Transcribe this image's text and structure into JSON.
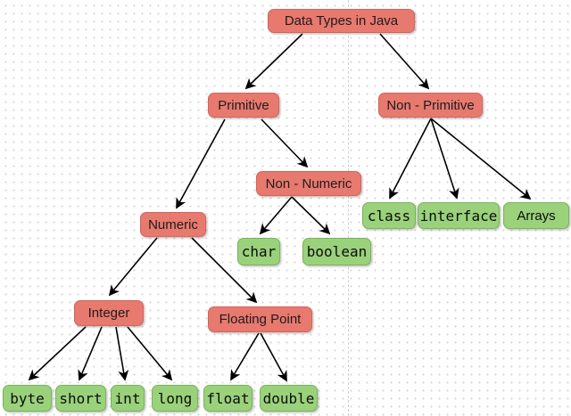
{
  "diagram": {
    "nodes": {
      "root": {
        "label": "Data Types in Java"
      },
      "primitive": {
        "label": "Primitive"
      },
      "non_primitive": {
        "label": "Non - Primitive"
      },
      "non_numeric": {
        "label": "Non - Numeric"
      },
      "numeric": {
        "label": "Numeric"
      },
      "class": {
        "label": "class"
      },
      "interface": {
        "label": "interface"
      },
      "arrays": {
        "label": "Arrays"
      },
      "char": {
        "label": "char"
      },
      "boolean": {
        "label": "boolean"
      },
      "integer": {
        "label": "Integer"
      },
      "floating_point": {
        "label": "Floating Point"
      },
      "byte": {
        "label": "byte"
      },
      "short": {
        "label": "short"
      },
      "int": {
        "label": "int"
      },
      "long": {
        "label": "long"
      },
      "float": {
        "label": "float"
      },
      "double": {
        "label": "double"
      }
    },
    "colors": {
      "category_fill": "#e8796f",
      "category_border": "#d4645a",
      "leaf_fill": "#9ad17b",
      "leaf_border": "#7cb25e",
      "edge": "#000000",
      "grid_dot": "#d6d6d6",
      "page_divider": "#d0d0d0"
    }
  }
}
